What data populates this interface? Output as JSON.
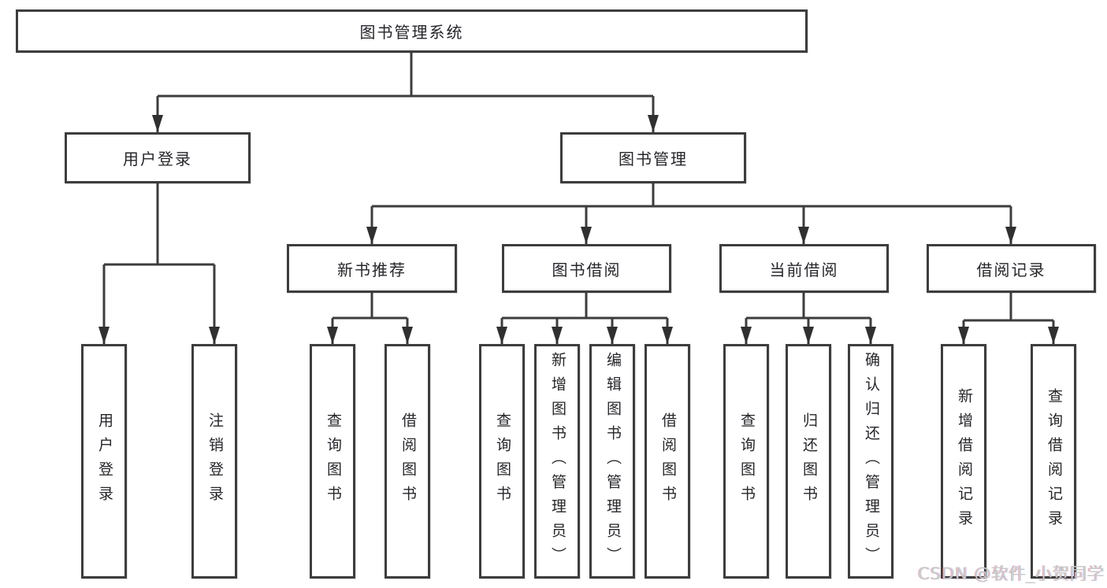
{
  "page": {
    "background": "#ffffff",
    "watermark": "CSDN @软件_小贺同学"
  },
  "diagram": {
    "type": "hierarchy-tree",
    "title": "图书管理系统",
    "colors": {
      "line": "#3d3d3d",
      "box_border": "#3d3d3d",
      "text": "#26262b",
      "background": "#ffffff",
      "watermark_text": "#cbcbcb"
    }
  },
  "nodes": [
    {
      "id": "root",
      "label": "图书管理系统",
      "level": 1,
      "parent": null,
      "orientation": "horizontal"
    },
    {
      "id": "user-login",
      "label": "用户登录",
      "level": 2,
      "parent": "root",
      "orientation": "horizontal"
    },
    {
      "id": "book-management",
      "label": "图书管理",
      "level": 2,
      "parent": "root",
      "orientation": "horizontal"
    },
    {
      "id": "new-book-recommend",
      "label": "新书推荐",
      "level": 3,
      "parent": "book-management",
      "orientation": "horizontal"
    },
    {
      "id": "book-borrowing",
      "label": "图书借阅",
      "level": 3,
      "parent": "book-management",
      "orientation": "horizontal"
    },
    {
      "id": "current-borrowing",
      "label": "当前借阅",
      "level": 3,
      "parent": "book-management",
      "orientation": "horizontal"
    },
    {
      "id": "borrowing-records",
      "label": "借阅记录",
      "level": 3,
      "parent": "book-management",
      "orientation": "horizontal"
    },
    {
      "id": "login",
      "label": "用户登录",
      "level": 3,
      "parent": "user-login",
      "orientation": "vertical"
    },
    {
      "id": "logout",
      "label": "注销登录",
      "level": 3,
      "parent": "user-login",
      "orientation": "vertical"
    },
    {
      "id": "search-books-1",
      "label": "查询图书",
      "level": 4,
      "parent": "new-book-recommend",
      "orientation": "vertical"
    },
    {
      "id": "borrow-books-1",
      "label": "借阅图书",
      "level": 4,
      "parent": "new-book-recommend",
      "orientation": "vertical"
    },
    {
      "id": "search-books-2",
      "label": "查询图书",
      "level": 4,
      "parent": "book-borrowing",
      "orientation": "vertical"
    },
    {
      "id": "add-books-admin",
      "label": "新增图书（管理员）",
      "level": 4,
      "parent": "book-borrowing",
      "orientation": "vertical"
    },
    {
      "id": "edit-books-admin",
      "label": "编辑图书（管理员）",
      "level": 4,
      "parent": "book-borrowing",
      "orientation": "vertical"
    },
    {
      "id": "borrow-books-2",
      "label": "借阅图书",
      "level": 4,
      "parent": "book-borrowing",
      "orientation": "vertical"
    },
    {
      "id": "search-books-3",
      "label": "查询图书",
      "level": 4,
      "parent": "current-borrowing",
      "orientation": "vertical"
    },
    {
      "id": "return-books",
      "label": "归还图书",
      "level": 4,
      "parent": "current-borrowing",
      "orientation": "vertical"
    },
    {
      "id": "confirm-return-admin",
      "label": "确认归还（管理员）",
      "level": 4,
      "parent": "current-borrowing",
      "orientation": "vertical"
    },
    {
      "id": "add-borrow-record",
      "label": "新增借阅记录",
      "level": 4,
      "parent": "borrowing-records",
      "orientation": "vertical"
    },
    {
      "id": "search-borrow-record",
      "label": "查询借阅记录",
      "level": 4,
      "parent": "borrowing-records",
      "orientation": "vertical"
    }
  ]
}
